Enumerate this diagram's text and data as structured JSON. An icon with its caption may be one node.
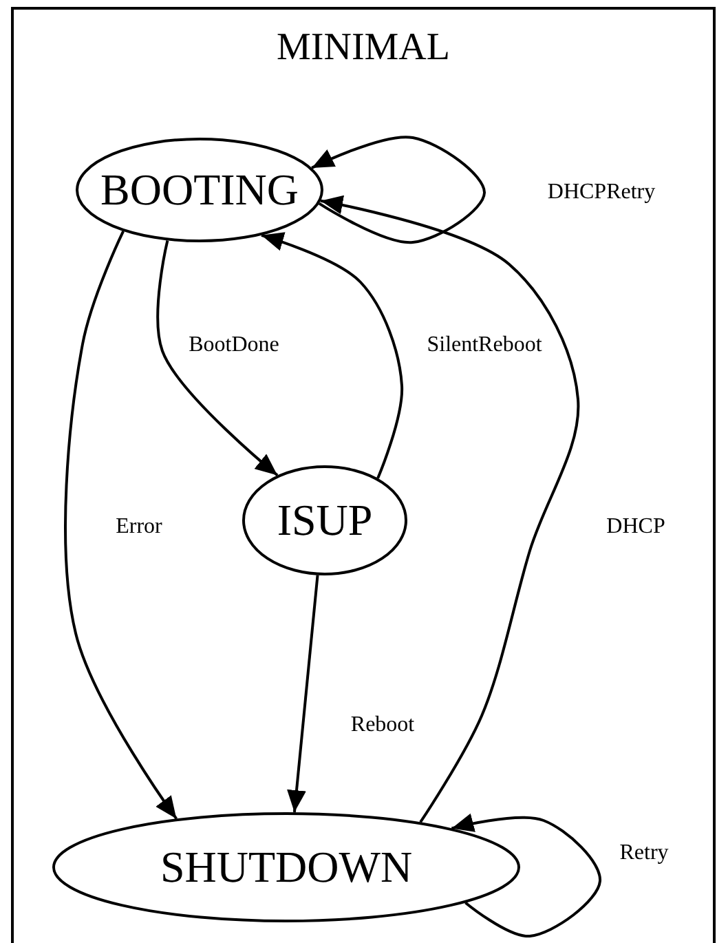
{
  "diagram": {
    "nodes": [
      {
        "text": [
          "MINIMAL"
        ]
      },
      {
        "text": [
          "BOOTING"
        ],
        "in": 0
      },
      {
        "text": [
          "ISUP"
        ],
        "in": 0
      },
      {
        "text": [
          "SHUTDOWN"
        ],
        "in": 0
      }
    ],
    "edges": [
      {
        "from": 1,
        "to": 1,
        "arrow": "to",
        "label": "DHCPRetry"
      },
      {
        "from": 1,
        "to": 2,
        "arrow": "to",
        "label": "BootDone"
      },
      {
        "from": 2,
        "to": 1,
        "arrow": "to",
        "label": "SilentReboot"
      },
      {
        "from": 1,
        "to": 3,
        "arrow": "to",
        "label": "Error"
      },
      {
        "from": 2,
        "to": 3,
        "arrow": "to",
        "label": "Reboot"
      },
      {
        "from": 3,
        "to": 1,
        "arrow": "to",
        "label": "DHCP"
      },
      {
        "from": 3,
        "to": 3,
        "arrow": "to",
        "label": "Retry"
      }
    ]
  }
}
